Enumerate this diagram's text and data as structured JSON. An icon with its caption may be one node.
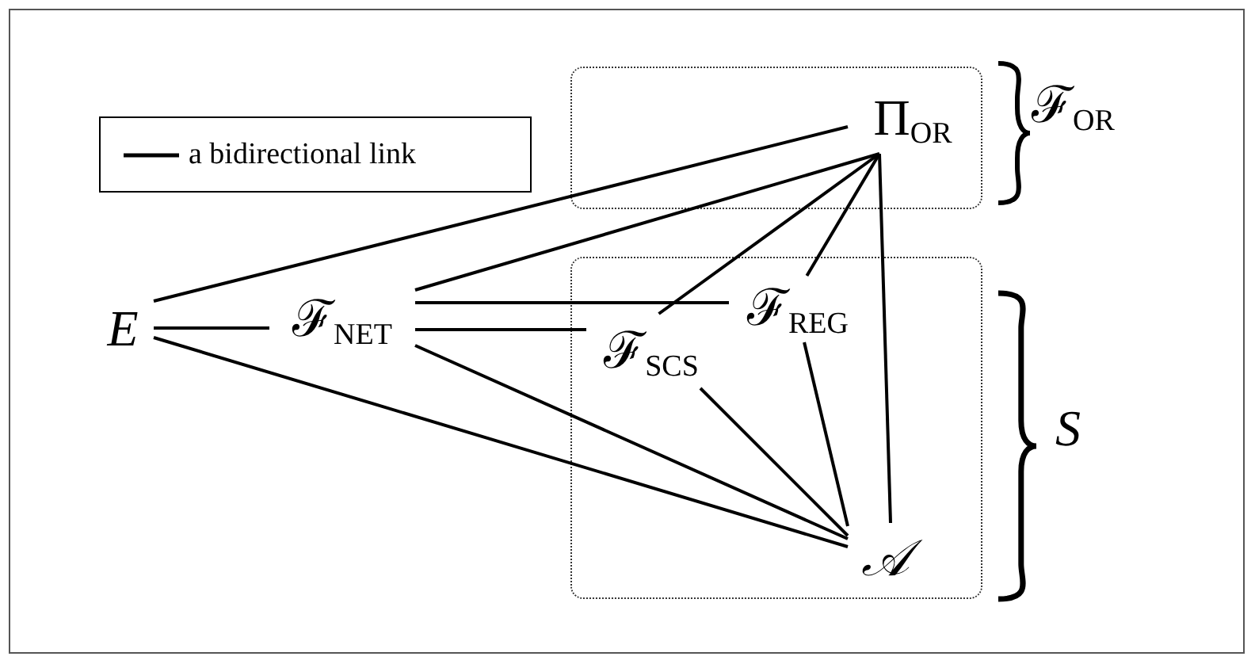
{
  "diagram": {
    "nodes": [
      {
        "text": [],
        "shape": "box"
      },
      {
        "text": [
          "Π$_{OR}$"
        ],
        "in": 0
      },
      {
        "text": [
          "E"
        ]
      },
      {
        "text": [
          "ℱ$_{NET}$"
        ]
      },
      {
        "text": [],
        "shape": "box"
      },
      {
        "text": [
          "ℱ$_{REG}$"
        ],
        "in": 4
      },
      {
        "text": [
          "ℱ$_{SCS}$"
        ],
        "in": 4
      },
      {
        "text": [
          "𝒜"
        ],
        "in": 4
      }
    ],
    "edges": [
      {
        "from": 2,
        "to": 1,
        "arrow": "none"
      },
      {
        "from": 2,
        "to": 3,
        "arrow": "none"
      },
      {
        "from": 2,
        "to": 7,
        "arrow": "none"
      },
      {
        "from": 3,
        "to": 1,
        "arrow": "none"
      },
      {
        "from": 3,
        "to": 5,
        "arrow": "none"
      },
      {
        "from": 3,
        "to": 6,
        "arrow": "none"
      },
      {
        "from": 3,
        "to": 7,
        "arrow": "none"
      },
      {
        "from": 6,
        "to": 1,
        "arrow": "none"
      },
      {
        "from": 5,
        "to": 1,
        "arrow": "none"
      },
      {
        "from": 1,
        "to": 7,
        "arrow": "none"
      },
      {
        "from": 6,
        "to": 7,
        "arrow": "none"
      },
      {
        "from": 5,
        "to": 7,
        "arrow": "none"
      }
    ],
    "labels": [
      "ℱ$_{OR}$",
      "S"
    ],
    "legend": [
      {
        "text": "a bidirectional link"
      }
    ]
  }
}
